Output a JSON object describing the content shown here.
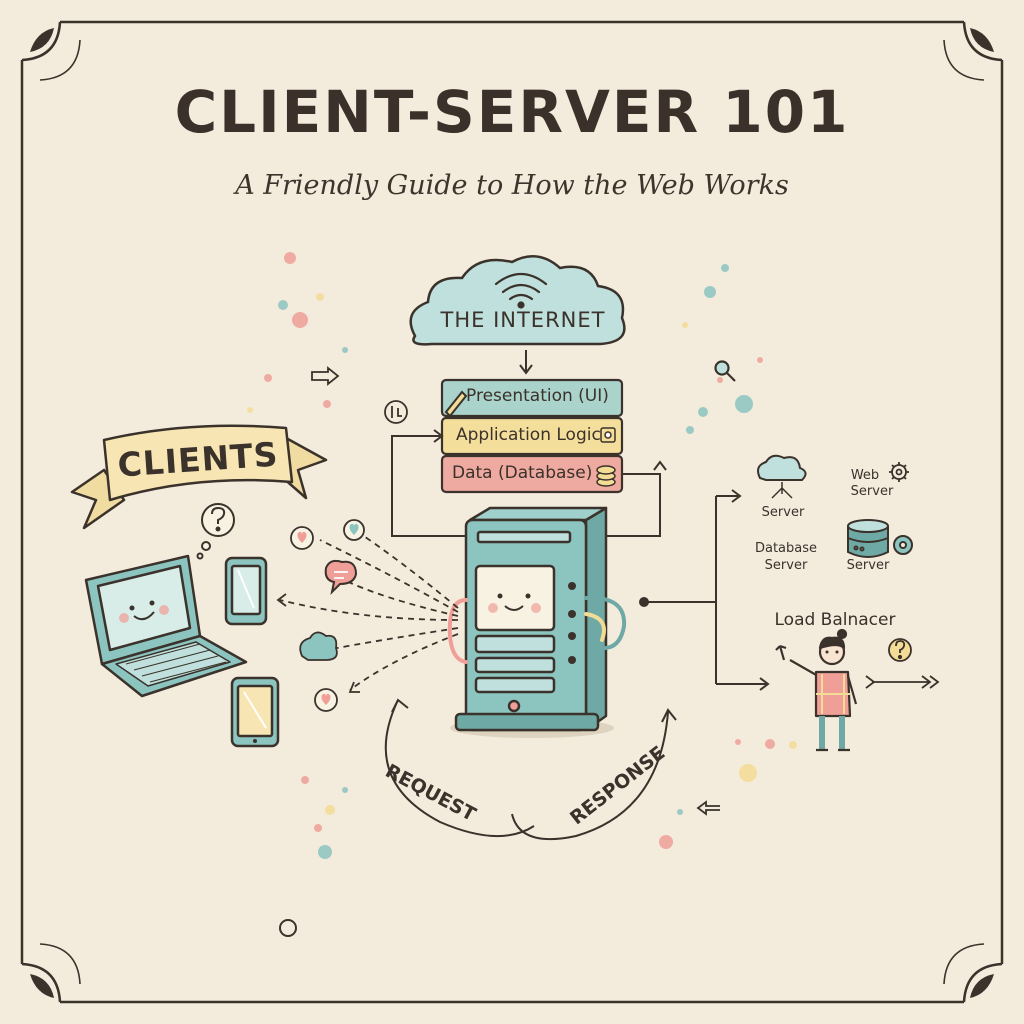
{
  "header": {
    "title": "CLIENT-SERVER 101",
    "subtitle": "A Friendly Guide to How the Web Works"
  },
  "internet": {
    "label": "THE INTERNET"
  },
  "layers": [
    {
      "label": "Presentation (UI)",
      "color": "#a9d3cb"
    },
    {
      "label": "Application Logic",
      "color": "#f4de9c"
    },
    {
      "label": "Data (Database)",
      "color": "#eea9a0"
    }
  ],
  "clients": {
    "label": "CLIENTS"
  },
  "servers": {
    "cloud_server": "Server",
    "web_server_line1": "Web",
    "web_server_line2": "Server",
    "database_server_line1": "Database",
    "database_server_line2": "Server",
    "server": "Server"
  },
  "load_balancer": {
    "label": "Load Balnacer"
  },
  "flow": {
    "request": "REQUEST",
    "response": "RESPONSE"
  },
  "colors": {
    "background": "#f3ecdd",
    "ink": "#3a322b",
    "teal": "#8cc5c0",
    "yellow": "#f3dc95",
    "pink": "#ef9f97",
    "cloud": "#bfe0dc"
  }
}
